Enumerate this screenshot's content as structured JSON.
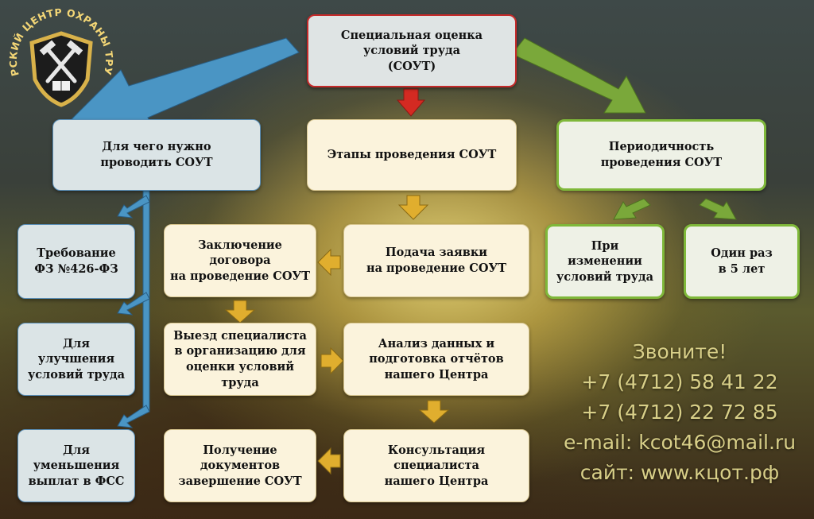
{
  "logo": {
    "text": "КУРСКИЙ ЦЕНТР ОХРАНЫ ТРУДА"
  },
  "top": {
    "label": "Специальная оценка\nусловий труда\n(СОУТ)"
  },
  "left_header": {
    "label": "Для чего нужно\nпроводить СОУТ"
  },
  "mid_header": {
    "label": "Этапы проведения СОУТ"
  },
  "right_header": {
    "label": "Периодичность\nпроведения СОУТ"
  },
  "reasons": [
    {
      "label": "Требование\nФЗ №426-ФЗ"
    },
    {
      "label": "Для улучшения\nусловий труда"
    },
    {
      "label": "Для уменьшения\nвыплат в ФСС"
    }
  ],
  "steps": [
    {
      "label": "Подача заявки\nна проведение СОУТ"
    },
    {
      "label": "Заключение договора\nна проведение СОУТ"
    },
    {
      "label": "Выезд специалиста\nв организацию для\nоценки условий труда"
    },
    {
      "label": "Анализ данных и\nподготовка отчётов\nнашего Центра"
    },
    {
      "label": "Консультация специалиста\nнашего Центра"
    },
    {
      "label": "Получение\nдокументов\nзавершение СОУТ"
    }
  ],
  "periods": [
    {
      "label": "При изменении\nусловий труда"
    },
    {
      "label": "Один раз\nв 5 лет"
    }
  ],
  "contacts": {
    "call": "Звоните!",
    "phone1": "+7 (4712) 58 41 22",
    "phone2": "+7 (4712) 22 72 85",
    "email": "e-mail: kcot46@mail.ru",
    "site": "сайт: www.кцот.рф"
  },
  "colors": {
    "blue_arrow": "#4a95c4",
    "green_arrow": "#78a83a",
    "red_arrow": "#d42a22",
    "gold_arrow": "#e0ae2e"
  }
}
